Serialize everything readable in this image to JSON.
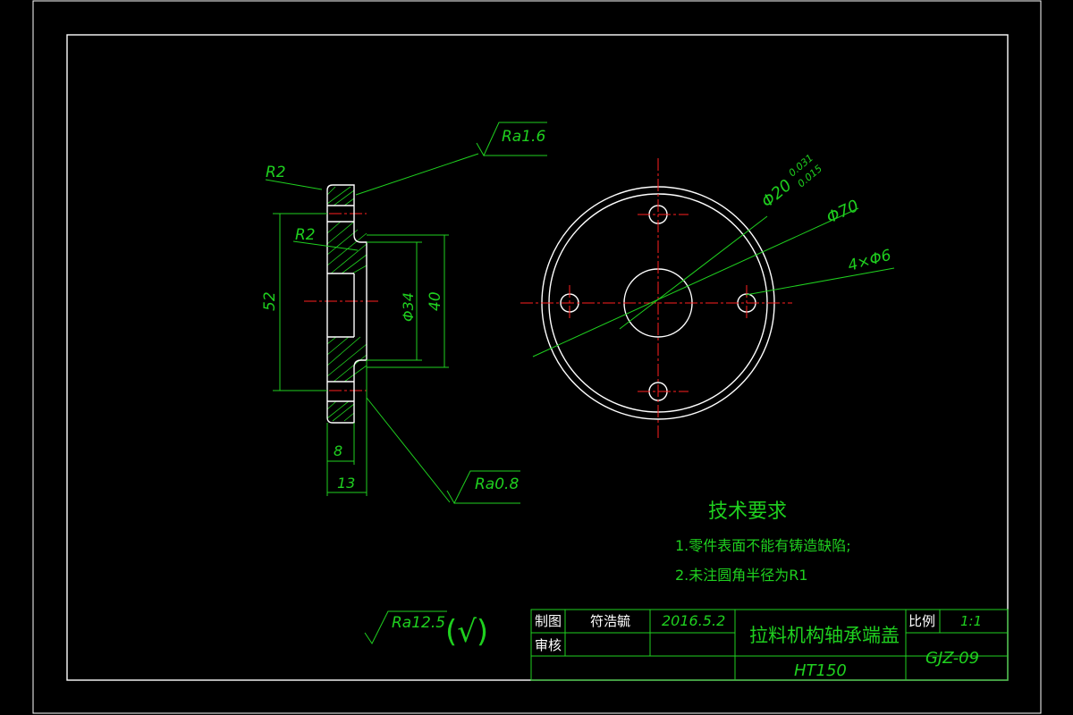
{
  "colors": {
    "background": "#000000",
    "dimension": "#1fd01f",
    "outline": "#ffffff",
    "centerline": "#ff2020"
  },
  "side_view": {
    "radius_top": "R2",
    "radius_inner": "R2",
    "dim_52": "52",
    "dim_phi34": "Φ34",
    "dim_40": "40",
    "dim_8": "8",
    "dim_13": "13",
    "roughness_top": "Ra1.6",
    "roughness_bottom": "Ra0.8"
  },
  "front_view": {
    "bore_dim": "Φ20",
    "bore_tol_upper": "0.031",
    "bore_tol_lower": "0.015",
    "outer_dim": "Φ70",
    "holes_dim": "4×Φ6"
  },
  "notes": {
    "heading": "技术要求",
    "item1": "1.零件表面不能有铸造缺陷;",
    "item2": "2.未注圆角半径为R1"
  },
  "general_roughness": {
    "value": "Ra12.5",
    "symbol": "(√)"
  },
  "title_block": {
    "drawn_label": "制图",
    "drawn_by": "符浩毓",
    "date": "2016.5.2",
    "check_label": "审核",
    "part_name": "拉料机构轴承端盖",
    "scale_label": "比例",
    "scale": "1:1",
    "material": "HT150",
    "drawing_no": "GJZ-09"
  }
}
